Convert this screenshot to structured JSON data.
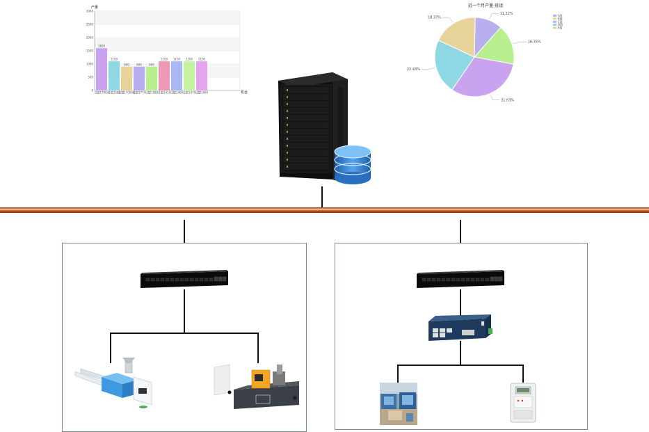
{
  "bar_chart": {
    "type": "bar",
    "ylabel": "产量",
    "xlabel": "机台",
    "ylim": [
      0,
      3000
    ],
    "yticks": [
      "0",
      "500",
      "1000",
      "1500",
      "2000",
      "2500",
      "3000"
    ],
    "categories": [
      "注塑1700A",
      "注塑1580",
      "注塑1700AB",
      "注塑1774",
      "注塑1580",
      "注塑1419",
      "注塑1469",
      "注塑1479",
      "注塑1469"
    ],
    "values": [
      1600,
      1100,
      900,
      900,
      900,
      1100,
      1100,
      1100,
      1100
    ],
    "value_labels": [
      "1600",
      "1100",
      "900",
      "900",
      "900",
      "1100",
      "1100",
      "1100",
      "1100"
    ],
    "colors": [
      "#c9a3f0",
      "#8fd7e2",
      "#e8d39a",
      "#b7aef0",
      "#b9f08f",
      "#ee98b8",
      "#aab7f5",
      "#c6f3a0",
      "#e6a3ee"
    ]
  },
  "pie_chart": {
    "type": "pie",
    "title": "近一个月产量-班组",
    "slices": [
      {
        "name": "A班",
        "value": 11.22,
        "label": "11.22%",
        "color": "#b8b0ee"
      },
      {
        "name": "B班",
        "value": 16.35,
        "label": "16.35%",
        "color": "#b8f08f"
      },
      {
        "name": "C班",
        "value": 31.63,
        "label": "31.63%",
        "color": "#c9a3f0"
      },
      {
        "name": "D班",
        "value": 22.43,
        "label": "22.43%",
        "color": "#8fd7e2"
      },
      {
        "name": "E班",
        "value": 18.37,
        "label": "18.37%",
        "color": "#e8d39a"
      }
    ]
  },
  "colors": {
    "network_bus": "#c0531c",
    "network_bus_light": "#f0c7a0",
    "connector": "#111111",
    "box_border": "#7a8a8a",
    "server_body": "#121212",
    "database": "#3a86d6"
  },
  "icons": {
    "server": "server-rack-icon",
    "database": "database-icon",
    "switch_left": "network-switch-icon",
    "switch_right": "network-switch-icon",
    "gateway": "industrial-gateway-icon",
    "extruder": "extruder-machine-icon",
    "injection": "injection-molding-machine-icon",
    "photo": "factory-photo-icon",
    "meter": "electric-meter-icon"
  }
}
